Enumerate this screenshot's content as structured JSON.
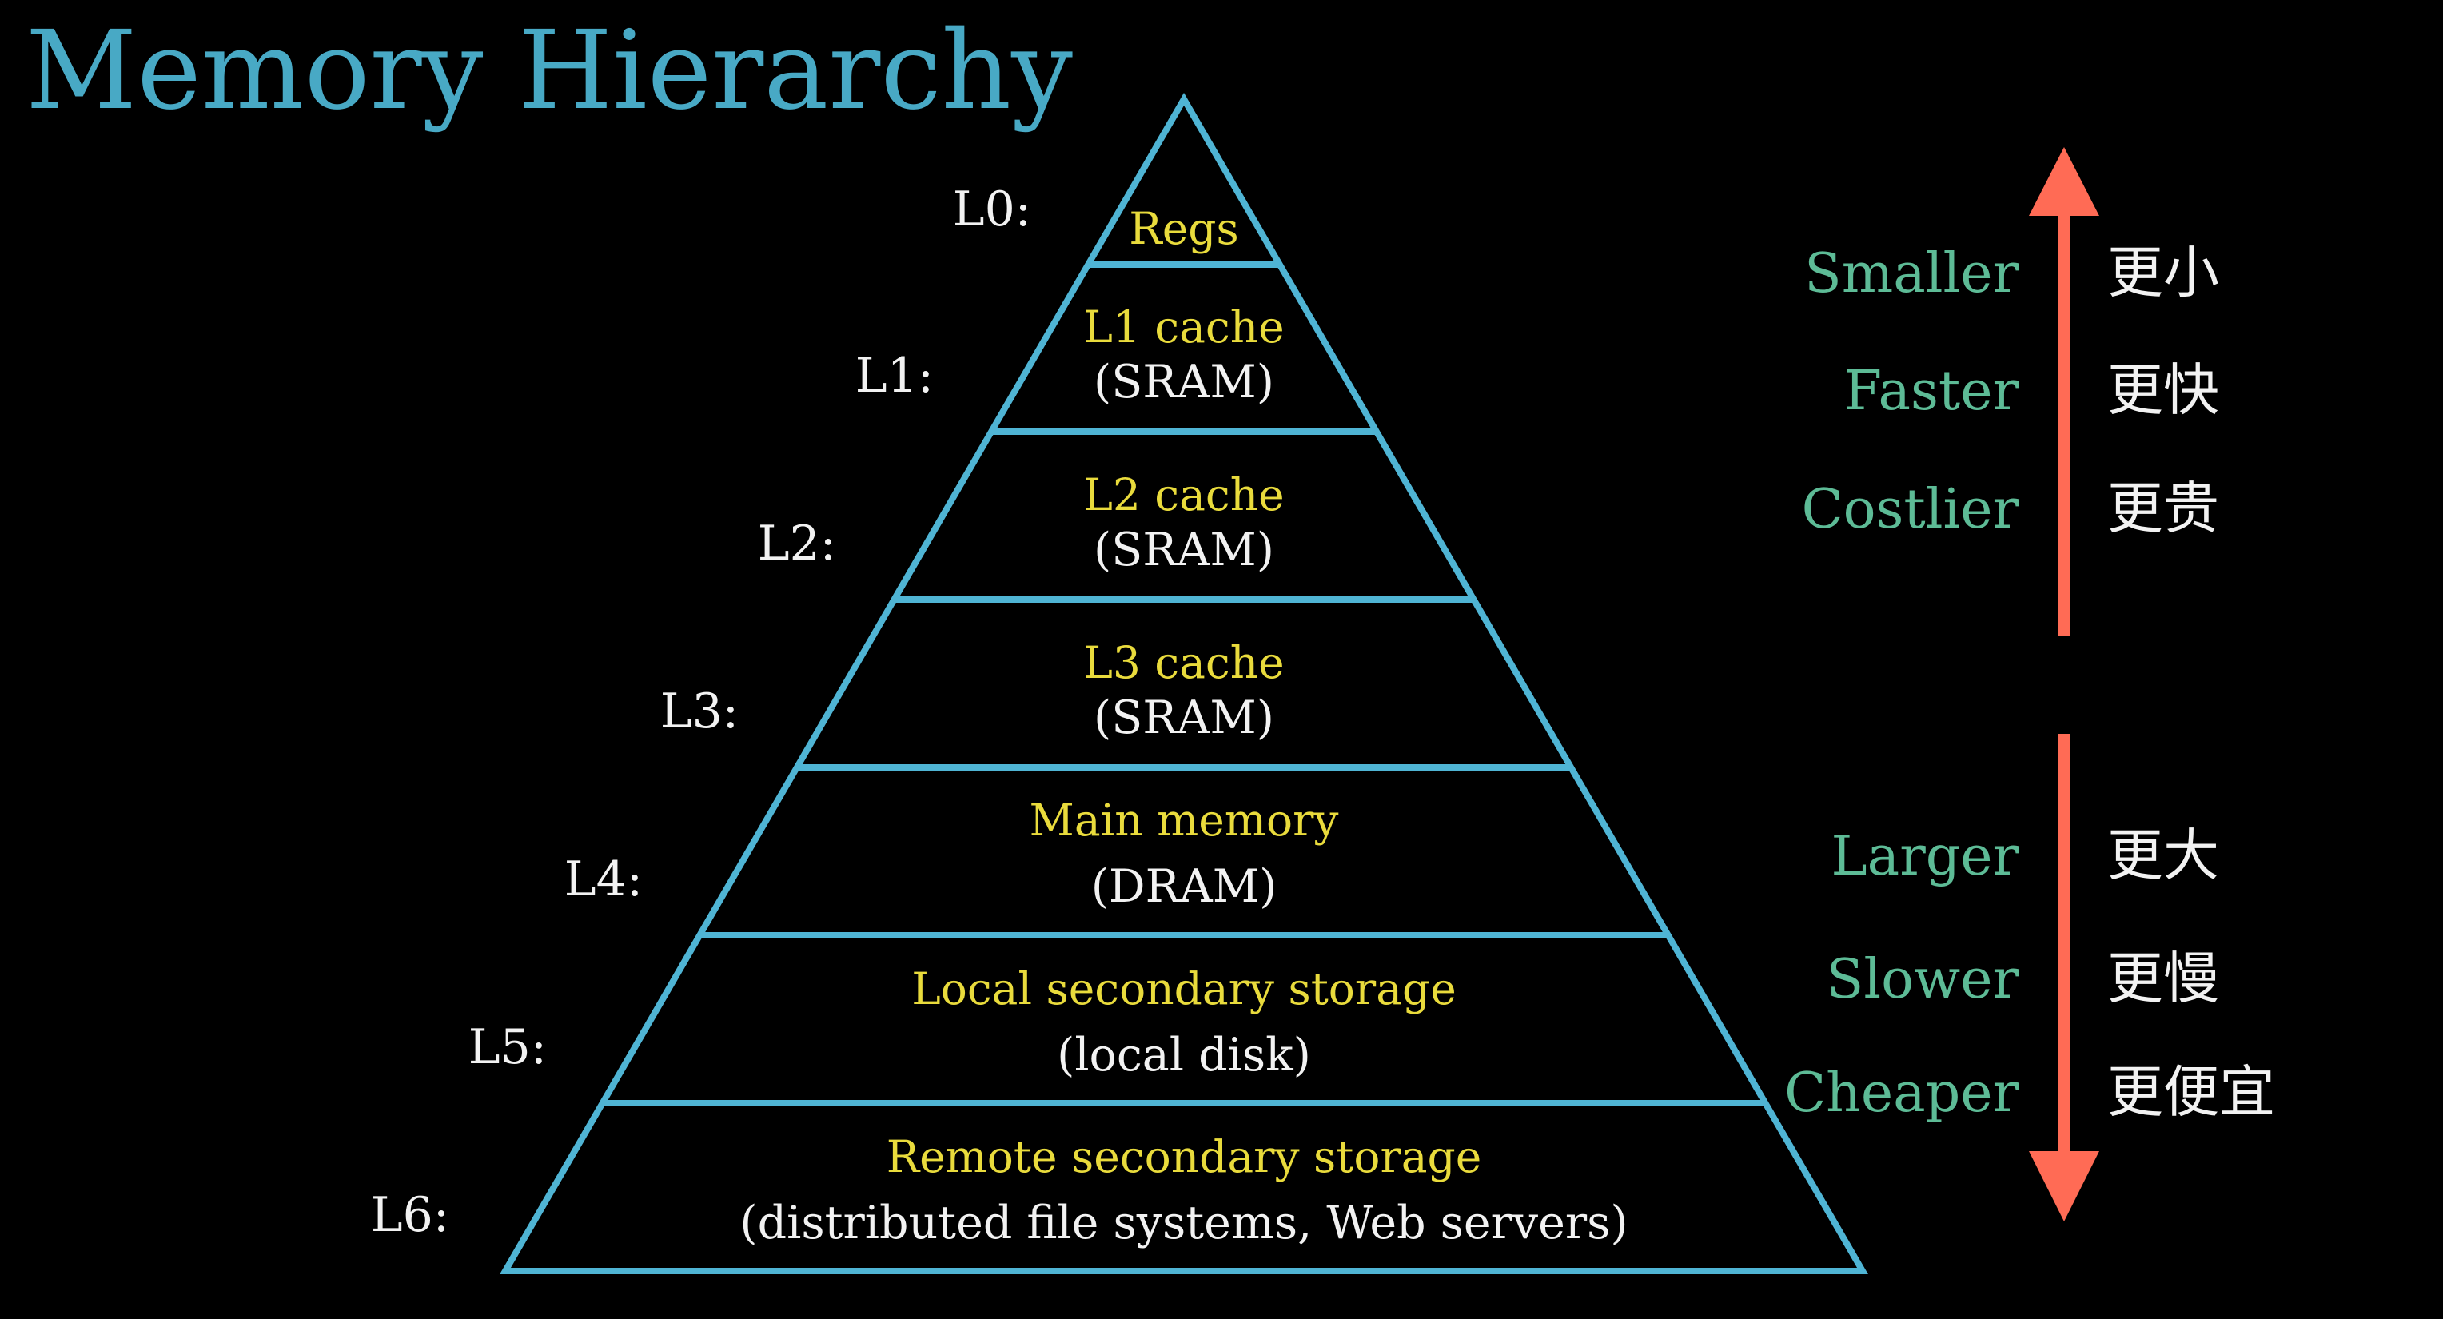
{
  "title": "Memory Hierarchy",
  "colors": {
    "background": "#000000",
    "title": "#48A9C5",
    "pyramid_stroke": "#4FB4D4",
    "tier_name": "#E9DB3C",
    "tier_sub": "#F2F2F2",
    "level_label": "#F2F2F2",
    "property_en": "#5DBB96",
    "property_zh": "#F2F2F2",
    "arrow": "#FF6B55"
  },
  "levels": [
    {
      "label": "L0:",
      "name": "Regs",
      "sub": ""
    },
    {
      "label": "L1:",
      "name": "L1 cache",
      "sub": "(SRAM)"
    },
    {
      "label": "L2:",
      "name": "L2 cache",
      "sub": "(SRAM)"
    },
    {
      "label": "L3:",
      "name": "L3 cache",
      "sub": "(SRAM)"
    },
    {
      "label": "L4:",
      "name": "Main memory",
      "sub": "(DRAM)"
    },
    {
      "label": "L5:",
      "name": "Local secondary storage",
      "sub": "(local disk)"
    },
    {
      "label": "L6:",
      "name": "Remote secondary storage",
      "sub": "(distributed file systems, Web servers)"
    }
  ],
  "properties_up": [
    {
      "en": "Smaller",
      "zh": "更小"
    },
    {
      "en": "Faster",
      "zh": "更快"
    },
    {
      "en": "Costlier",
      "zh": "更贵"
    }
  ],
  "properties_down": [
    {
      "en": "Larger",
      "zh": "更大"
    },
    {
      "en": "Slower",
      "zh": "更慢"
    },
    {
      "en": "Cheaper",
      "zh": "更便宜"
    }
  ]
}
